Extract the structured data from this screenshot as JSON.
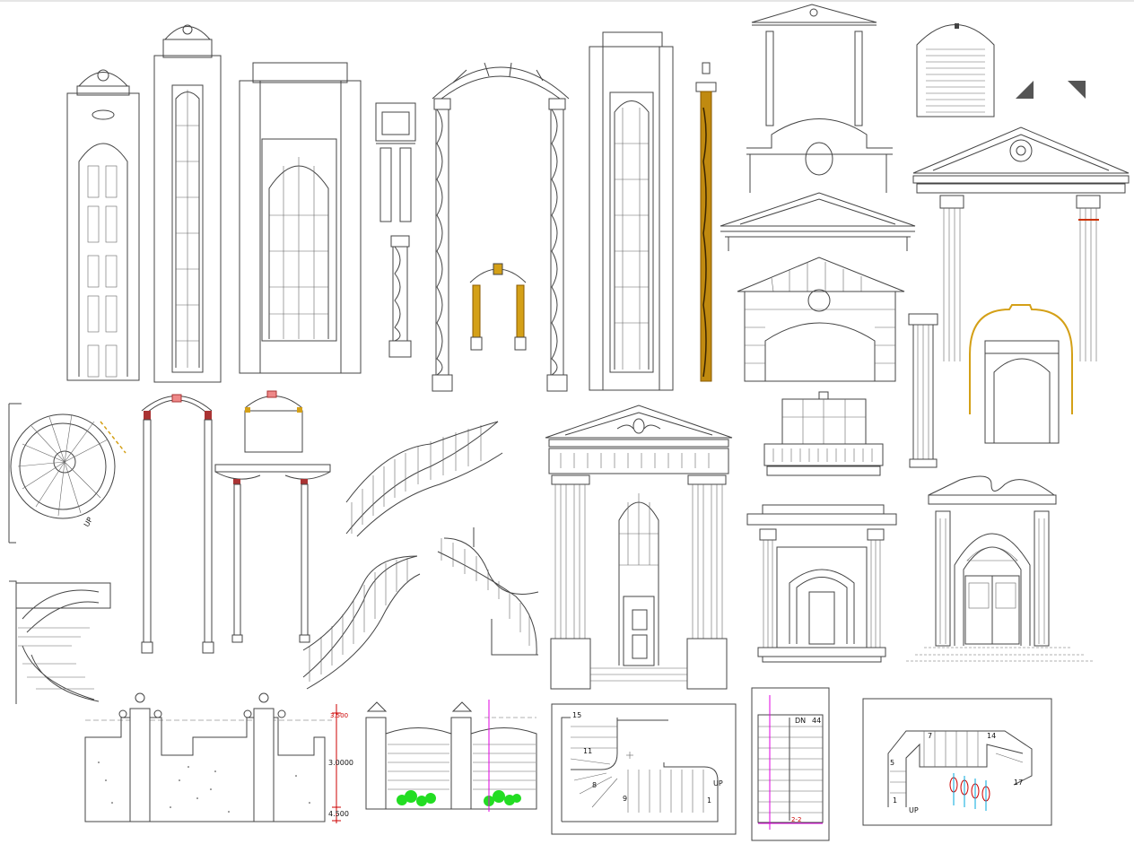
{
  "colors": {
    "line": "#444444",
    "gold": "#d4a017",
    "gold_dark": "#8a5a00",
    "red": "#cc0000",
    "magenta": "#e000e0",
    "green": "#22dd22",
    "cyan": "#00aadd"
  },
  "labels": {
    "stair_up_1": "UP",
    "stair_up_2": "UP",
    "stair_up_3": "UP",
    "stair_dn": "DN",
    "stair_44": "44",
    "stair_15": "15",
    "stair_11": "11",
    "stair_8": "8",
    "stair_9": "9",
    "stair_1": "1",
    "stair_17": "17",
    "stair_14": "14",
    "stair_7": "7",
    "stair_5": "5",
    "stair_1b": "1",
    "dim_3000": "3.0000",
    "dim_4500": "4.500",
    "dim_top": "3.500",
    "sec_22": "2-2"
  }
}
